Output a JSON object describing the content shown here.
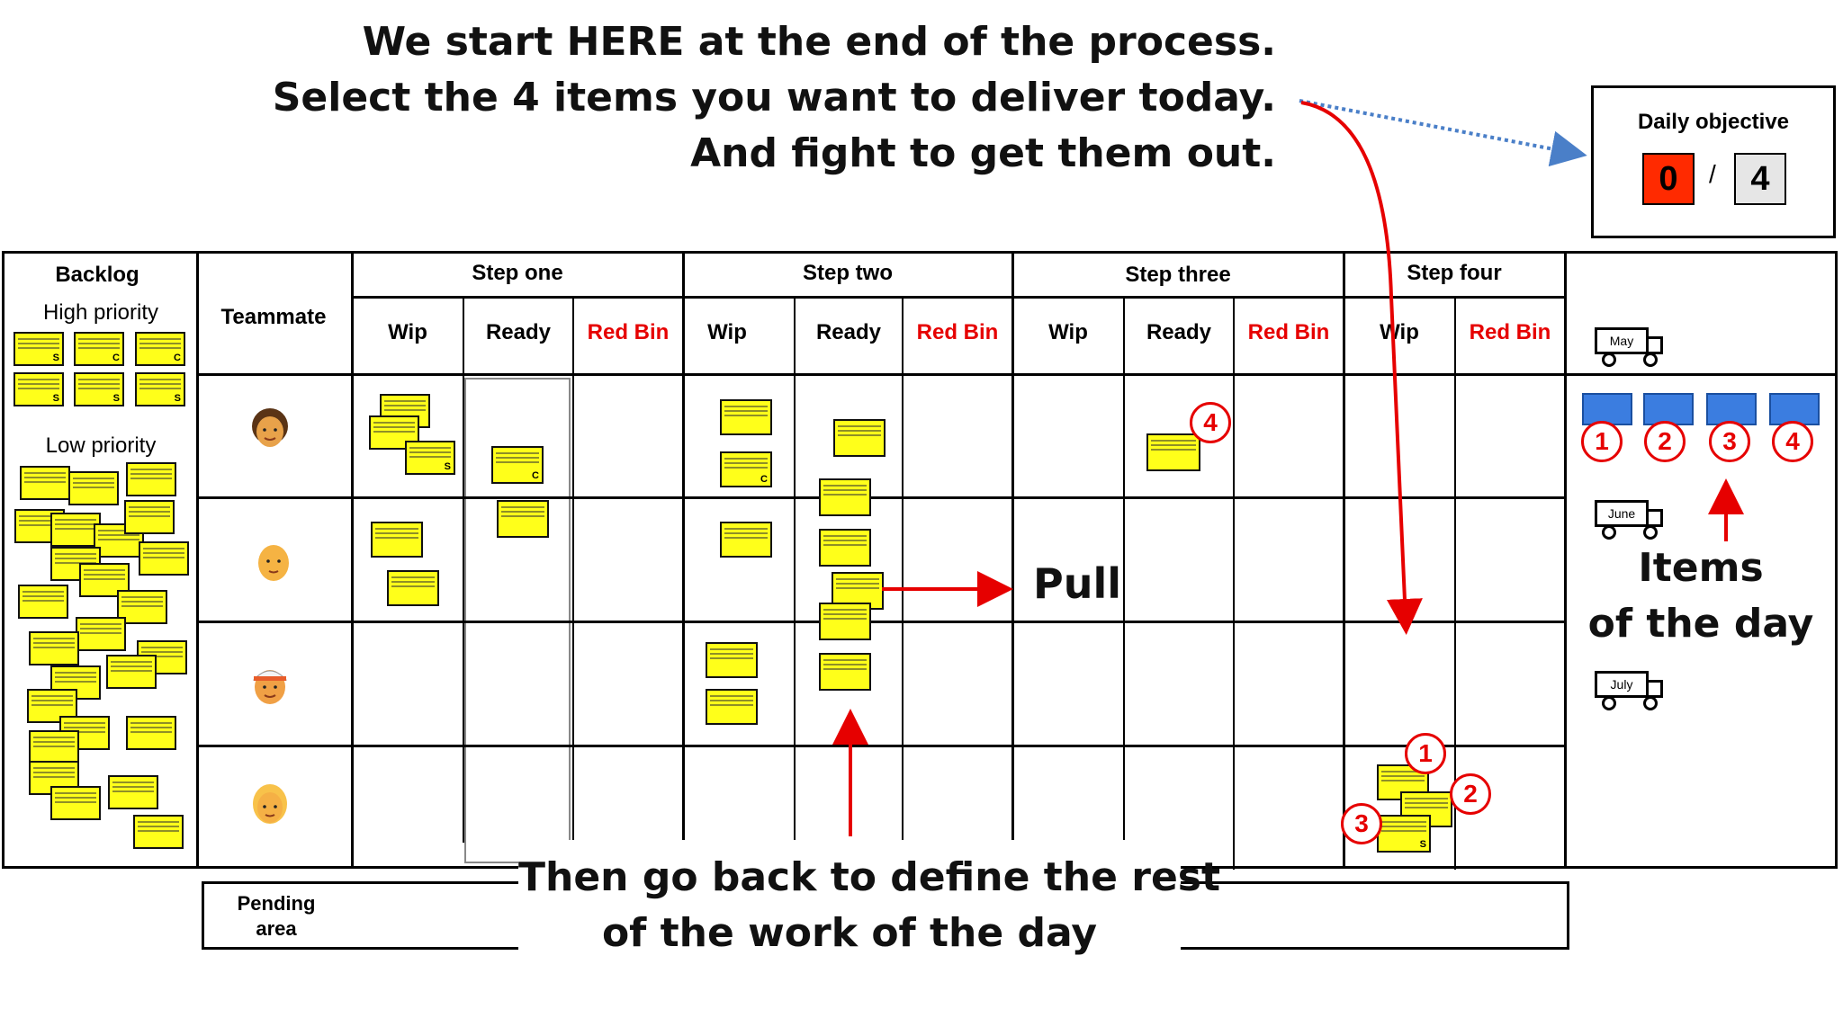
{
  "instructions": {
    "top_line1": "We start HERE at the end of the process.",
    "top_line2": "Select the 4 items you want to deliver today.",
    "top_line3": "And fight to get them out.",
    "bottom_line1": "Then go back to define the rest",
    "bottom_line2": "of the work of the day",
    "pull": "Pull",
    "items_line1": "Items",
    "items_line2": "of the day"
  },
  "objective": {
    "title": "Daily objective",
    "done": "0",
    "separator": "/",
    "target": "4",
    "done_color": "#ff2a00"
  },
  "backlog": {
    "title": "Backlog",
    "high": "High priority",
    "low": "Low priority",
    "high_tags": [
      "S",
      "C",
      "C",
      "S",
      "S",
      "S"
    ]
  },
  "board": {
    "teammate": "Teammate",
    "pending_line1": "Pending",
    "pending_line2": "area",
    "steps": [
      "Step one",
      "Step two",
      "Step three",
      "Step four"
    ],
    "wip": "Wip",
    "ready": "Ready",
    "red_bin": "Red Bin"
  },
  "delivery": {
    "months": [
      "May",
      "June",
      "July"
    ],
    "numbers": [
      "1",
      "2",
      "3",
      "4"
    ]
  },
  "markers": {
    "step_three_item": "4",
    "step_four_items": [
      "1",
      "2",
      "3"
    ]
  },
  "card_tags": {
    "s": "S",
    "c": "C"
  },
  "colors": {
    "card": "#ffff1a",
    "accent_red": "#e60000",
    "item_blue": "#3b7de0",
    "dotted_arrow": "#4a7fc8"
  }
}
